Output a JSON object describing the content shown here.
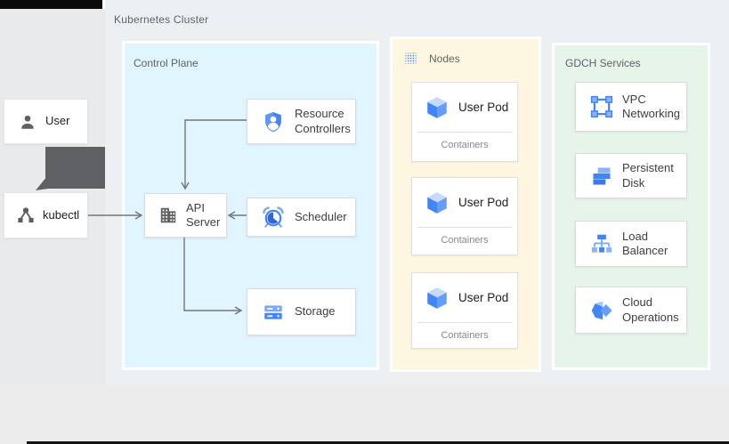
{
  "colors": {
    "left_strip_bg": "#e9eaec",
    "cluster_bg": "#edf0f3",
    "bottom_strip_bg": "#ececec",
    "control_plane_bg": "#e1f5fe",
    "nodes_bg": "#fdf7e2",
    "gdch_bg": "#e6f4ea",
    "accent_blue": "#4285f4",
    "accent_blue_light": "#8ab4f8",
    "accent_blue_dark": "#3367d6",
    "arrow_gray": "#757575",
    "drag_block_gray": "#5e6063"
  },
  "cluster": {
    "label": "Kubernetes Cluster"
  },
  "external": {
    "user": {
      "label": "User",
      "icon": "person-icon"
    },
    "kubectl": {
      "label": "kubectl",
      "icon": "kubectl-icon"
    }
  },
  "control_plane": {
    "label": "Control Plane",
    "boxes": {
      "resource_controllers": {
        "label": "Resource Controllers",
        "icon": "shield-person-icon"
      },
      "api_server": {
        "label": "API Server",
        "icon": "building-icon"
      },
      "scheduler": {
        "label": "Scheduler",
        "icon": "alarm-clock-icon"
      },
      "storage": {
        "label": "Storage",
        "icon": "storage-stack-icon"
      }
    }
  },
  "nodes": {
    "label": "Nodes",
    "icon": "dot-grid-icon",
    "pods": [
      {
        "title": "User Pod",
        "subtitle": "Containers",
        "icon": "cube-icon"
      },
      {
        "title": "User Pod",
        "subtitle": "Containers",
        "icon": "cube-icon"
      },
      {
        "title": "User Pod",
        "subtitle": "Containers",
        "icon": "cube-icon"
      }
    ]
  },
  "gdch": {
    "label": "GDCH Services",
    "boxes": [
      {
        "label": "VPC Networking",
        "icon": "vpc-icon"
      },
      {
        "label": "Persistent Disk",
        "icon": "persistent-disk-icon"
      },
      {
        "label": "Load Balancer",
        "icon": "load-balancer-icon"
      },
      {
        "label": "Cloud Operations",
        "icon": "cloud-operations-icon"
      }
    ]
  },
  "connections": [
    {
      "from": "User",
      "to": "kubectl",
      "style": "thick-block-arrow"
    },
    {
      "from": "kubectl",
      "to": "API Server"
    },
    {
      "from": "Resource Controllers",
      "to": "API Server"
    },
    {
      "from": "Scheduler",
      "to": "API Server"
    },
    {
      "from": "API Server",
      "to": "Storage"
    }
  ]
}
